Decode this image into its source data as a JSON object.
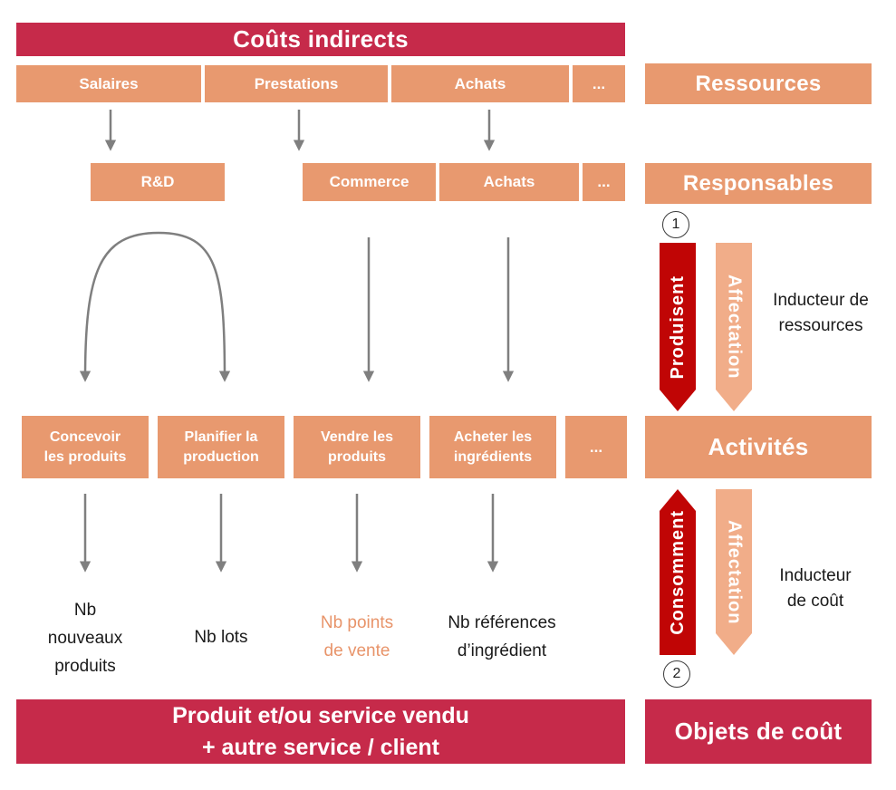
{
  "palette": {
    "crimson": "#C62A4A",
    "salmon": "#E8996F",
    "salmon_light": "#F1AD89",
    "salmon_text": "#E8946A",
    "dark_red": "#C00505",
    "arrow_gray": "#7F7F7F",
    "ink": "#1A1A1A",
    "paper": "#FFFFFF"
  },
  "top_banner": {
    "label": "Coûts indirects"
  },
  "resources_row": {
    "items": [
      "Salaires",
      "Prestations",
      "Achats"
    ],
    "more": "..."
  },
  "responsables_row": {
    "items": [
      "R&D",
      "Commerce",
      "Achats"
    ],
    "more": "..."
  },
  "activities_row": {
    "items": [
      {
        "line1": "Concevoir",
        "line2": "les produits"
      },
      {
        "line1": "Planifier la",
        "line2": "production"
      },
      {
        "line1": "Vendre les",
        "line2": "produits"
      },
      {
        "line1": "Acheter les",
        "line2": "ingrédients"
      }
    ],
    "more": "..."
  },
  "right_column": {
    "ressources": "Ressources",
    "responsables": "Responsables",
    "activites": "Activités",
    "objets_de_cout": "Objets de coût",
    "step1": "1",
    "step2": "2"
  },
  "flows": {
    "produisent": "Produisent",
    "affectation_top": "Affectation",
    "consomment": "Consomment",
    "affectation_bottom": "Affectation",
    "inducteur_ressources": {
      "line1": "Inducteur de",
      "line2": "ressources"
    },
    "inducteur_cout": {
      "line1": "Inducteur",
      "line2": "de coût"
    }
  },
  "drivers": [
    {
      "lines": [
        "Nb",
        "nouveaux",
        "produits"
      ]
    },
    {
      "lines": [
        "Nb lots"
      ]
    },
    {
      "lines": [
        "Nb points",
        "de vente"
      ]
    },
    {
      "lines": [
        "Nb références",
        "d’ingrédient"
      ]
    }
  ],
  "bottom_banner": {
    "line1": "Produit et/ou service vendu",
    "line2": "+ autre service / client"
  }
}
